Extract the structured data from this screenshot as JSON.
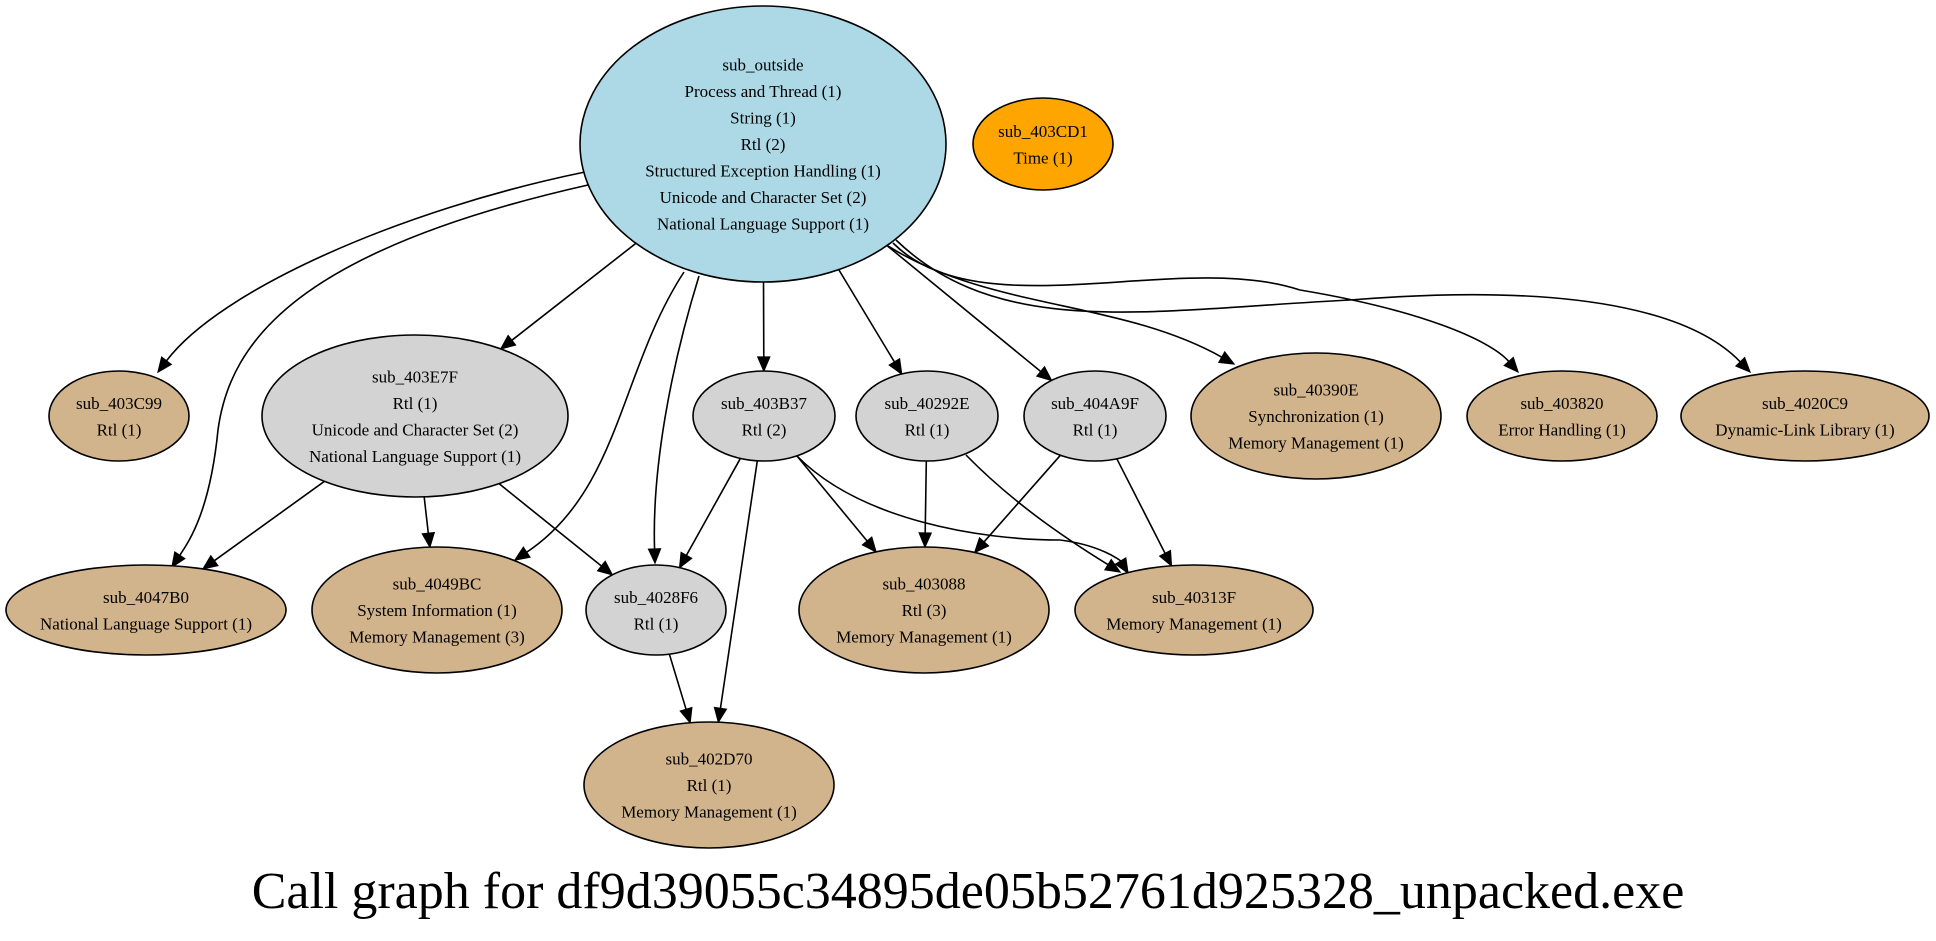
{
  "title": "Call graph for df9d39055c34895de05b52761d925328_unpacked.exe",
  "colors": {
    "root": "#ADD8E6",
    "isolated": "#FFA500",
    "internal": "#D3D3D3",
    "leaf": "#D2B48C"
  },
  "nodes": [
    {
      "id": "sub_outside",
      "kind": "root",
      "lines": [
        "sub_outside",
        "Process and Thread (1)",
        "String (1)",
        "Rtl (2)",
        "Structured Exception Handling (1)",
        "Unicode and Character Set (2)",
        "National Language Support (1)"
      ]
    },
    {
      "id": "sub_403CD1",
      "kind": "isolated",
      "lines": [
        "sub_403CD1",
        "Time (1)"
      ]
    },
    {
      "id": "sub_403C99",
      "kind": "leaf",
      "lines": [
        "sub_403C99",
        "Rtl (1)"
      ]
    },
    {
      "id": "sub_403E7F",
      "kind": "internal",
      "lines": [
        "sub_403E7F",
        "Rtl (1)",
        "Unicode and Character Set (2)",
        "National Language Support (1)"
      ]
    },
    {
      "id": "sub_403B37",
      "kind": "internal",
      "lines": [
        "sub_403B37",
        "Rtl (2)"
      ]
    },
    {
      "id": "sub_40292E",
      "kind": "internal",
      "lines": [
        "sub_40292E",
        "Rtl (1)"
      ]
    },
    {
      "id": "sub_404A9F",
      "kind": "internal",
      "lines": [
        "sub_404A9F",
        "Rtl (1)"
      ]
    },
    {
      "id": "sub_40390E",
      "kind": "leaf",
      "lines": [
        "sub_40390E",
        "Synchronization (1)",
        "Memory Management (1)"
      ]
    },
    {
      "id": "sub_403820",
      "kind": "leaf",
      "lines": [
        "sub_403820",
        "Error Handling (1)"
      ]
    },
    {
      "id": "sub_4020C9",
      "kind": "leaf",
      "lines": [
        "sub_4020C9",
        "Dynamic-Link Library (1)"
      ]
    },
    {
      "id": "sub_4047B0",
      "kind": "leaf",
      "lines": [
        "sub_4047B0",
        "National Language Support (1)"
      ]
    },
    {
      "id": "sub_4049BC",
      "kind": "leaf",
      "lines": [
        "sub_4049BC",
        "System Information (1)",
        "Memory Management (3)"
      ]
    },
    {
      "id": "sub_4028F6",
      "kind": "internal",
      "lines": [
        "sub_4028F6",
        "Rtl (1)"
      ]
    },
    {
      "id": "sub_403088",
      "kind": "leaf",
      "lines": [
        "sub_403088",
        "Rtl (3)",
        "Memory Management (1)"
      ]
    },
    {
      "id": "sub_40313F",
      "kind": "leaf",
      "lines": [
        "sub_40313F",
        "Memory Management (1)"
      ]
    },
    {
      "id": "sub_402D70",
      "kind": "leaf",
      "lines": [
        "sub_402D70",
        "Rtl (1)",
        "Memory Management (1)"
      ]
    }
  ],
  "edges": [
    {
      "from": "sub_outside",
      "to": "sub_403C99"
    },
    {
      "from": "sub_outside",
      "to": "sub_4047B0"
    },
    {
      "from": "sub_outside",
      "to": "sub_403E7F"
    },
    {
      "from": "sub_outside",
      "to": "sub_4049BC"
    },
    {
      "from": "sub_outside",
      "to": "sub_4028F6"
    },
    {
      "from": "sub_outside",
      "to": "sub_403B37"
    },
    {
      "from": "sub_outside",
      "to": "sub_40292E"
    },
    {
      "from": "sub_outside",
      "to": "sub_404A9F"
    },
    {
      "from": "sub_outside",
      "to": "sub_40390E"
    },
    {
      "from": "sub_outside",
      "to": "sub_403820"
    },
    {
      "from": "sub_outside",
      "to": "sub_4020C9"
    },
    {
      "from": "sub_403E7F",
      "to": "sub_4047B0"
    },
    {
      "from": "sub_403E7F",
      "to": "sub_4049BC"
    },
    {
      "from": "sub_403E7F",
      "to": "sub_4028F6"
    },
    {
      "from": "sub_403B37",
      "to": "sub_4028F6"
    },
    {
      "from": "sub_403B37",
      "to": "sub_402D70"
    },
    {
      "from": "sub_403B37",
      "to": "sub_403088"
    },
    {
      "from": "sub_403B37",
      "to": "sub_40313F"
    },
    {
      "from": "sub_40292E",
      "to": "sub_403088"
    },
    {
      "from": "sub_40292E",
      "to": "sub_40313F"
    },
    {
      "from": "sub_404A9F",
      "to": "sub_403088"
    },
    {
      "from": "sub_404A9F",
      "to": "sub_40313F"
    },
    {
      "from": "sub_4028F6",
      "to": "sub_402D70"
    }
  ]
}
